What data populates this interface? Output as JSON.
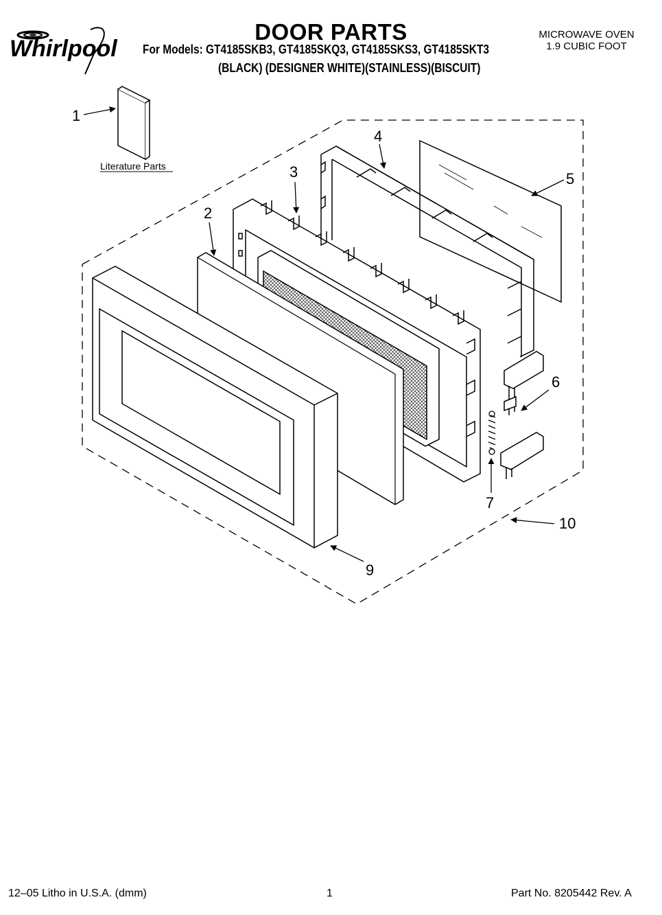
{
  "header": {
    "brand": "Whirlpool",
    "title": "DOOR PARTS",
    "models_line": "For Models: GT4185SKB3, GT4185SKQ3, GT4185SKS3, GT4185SKT3",
    "finishes_line": "(BLACK) (DESIGNER WHITE)(STAINLESS)(BISCUIT)",
    "product_type": "MICROWAVE OVEN",
    "capacity": "1.9 CUBIC FOOT"
  },
  "diagram": {
    "literature_label": "Literature Parts",
    "callouts": [
      "1",
      "2",
      "3",
      "4",
      "5",
      "6",
      "7",
      "9",
      "10"
    ]
  },
  "footer": {
    "litho": "12–05 Litho in U.S.A. (dmm)",
    "page": "1",
    "part_no": "Part No. 8205442 Rev. A"
  }
}
